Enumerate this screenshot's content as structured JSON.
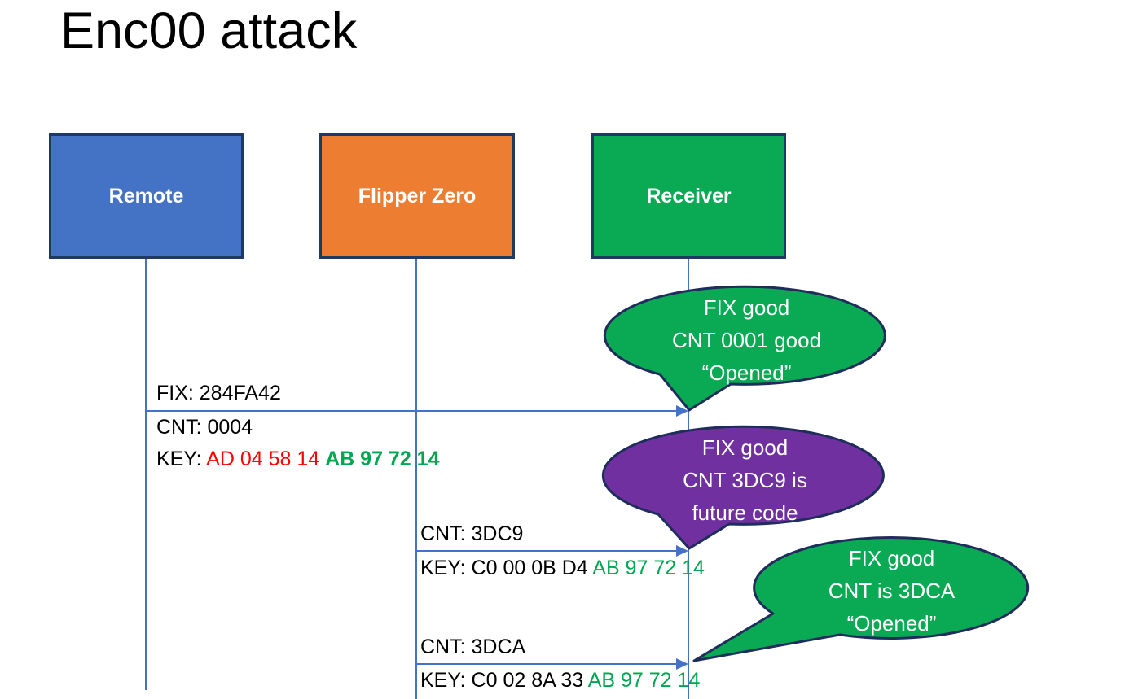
{
  "slide": {
    "title": "Enc00 attack"
  },
  "colors": {
    "remote_fill": "#4472C4",
    "flipper_fill": "#ED7D31",
    "receiver_fill": "#0AAA55",
    "purple_bubble_fill": "#7030A0",
    "green_bubble_fill": "#0AAA55",
    "bubble_border": "#1F2D5C",
    "box_border": "#203864",
    "line_blue": "#4472C4",
    "key_red": "#FF0000",
    "key_green": "#00A651",
    "text_black": "#000000"
  },
  "actors": [
    {
      "label": "Remote"
    },
    {
      "label": "Flipper Zero"
    },
    {
      "label": "Receiver"
    }
  ],
  "messages": [
    {
      "fix": "FIX: 284FA42",
      "cnt": "CNT: 0004",
      "key_label": "KEY: ",
      "key_red": "AD 04 58 14 ",
      "key_green_bold": "AB 97 72 14"
    },
    {
      "cnt": "CNT: 3DC9",
      "key_label": "KEY: ",
      "key_black": "C0 00 0B D4 ",
      "key_green": "AB 97 72 14"
    },
    {
      "cnt": "CNT: 3DCA",
      "key_label": "KEY: ",
      "key_black": "C0 02 8A 33 ",
      "key_green": "AB 97 72 14"
    }
  ],
  "bubbles": [
    {
      "fill": "#0AAA55",
      "lines": [
        "FIX good",
        "CNT 0001 good",
        "“Opened”"
      ]
    },
    {
      "fill": "#7030A0",
      "lines": [
        "FIX good",
        "CNT 3DC9 is",
        "future code"
      ]
    },
    {
      "fill": "#0AAA55",
      "lines": [
        "FIX good",
        "CNT is 3DCA",
        "“Opened”"
      ]
    }
  ]
}
